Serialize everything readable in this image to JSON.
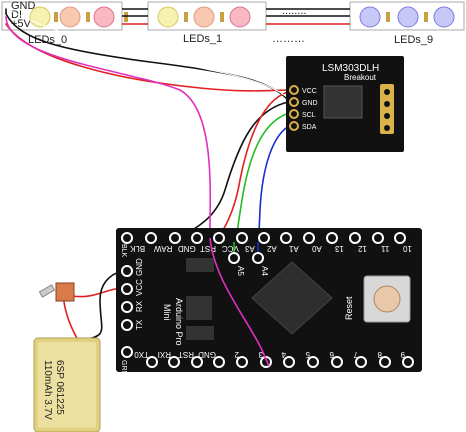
{
  "led_strip": {
    "pin_labels": [
      "GND",
      "DI",
      "+5V"
    ],
    "group_labels": [
      "LEDs_0",
      "LEDs_1",
      "LEDs_9"
    ],
    "ellipsis": "………",
    "ellipsis_small": "........"
  },
  "sensor": {
    "title": "LSM303DLH",
    "subtitle": "Breakout",
    "pins": [
      "VCC",
      "GND",
      "SCL",
      "SDA"
    ]
  },
  "arduino": {
    "top_pins": [
      "BLK",
      "RAW",
      "GND",
      "RST",
      "VCC",
      "A3",
      "A2",
      "A1",
      "A0",
      "13",
      "12",
      "11",
      "10"
    ],
    "a5_label": "A5",
    "a4_label": "A4",
    "left_pins": [
      "GND",
      "VCC"
    ],
    "left_side_labels": [
      "RX",
      "TX"
    ],
    "side_col_labels": [
      "BLK",
      "GRN"
    ],
    "bottom_pins": [
      "TX0",
      "RXI",
      "RST",
      "GND",
      "2",
      "3",
      "4",
      "5",
      "6",
      "7",
      "8",
      "9"
    ],
    "name": [
      "Arduino Pro",
      "Mini"
    ],
    "reset_label": "Reset"
  },
  "battery": {
    "lines": [
      "6SP 061225",
      "110mAh 3.7V"
    ]
  },
  "wire_colors": {
    "black": "#111111",
    "red": "#e02020",
    "white": "#ffffff",
    "magenta": "#e030c0",
    "green": "#22bb22",
    "blue": "#1a2fd0",
    "gray": "#aaaaaa"
  }
}
